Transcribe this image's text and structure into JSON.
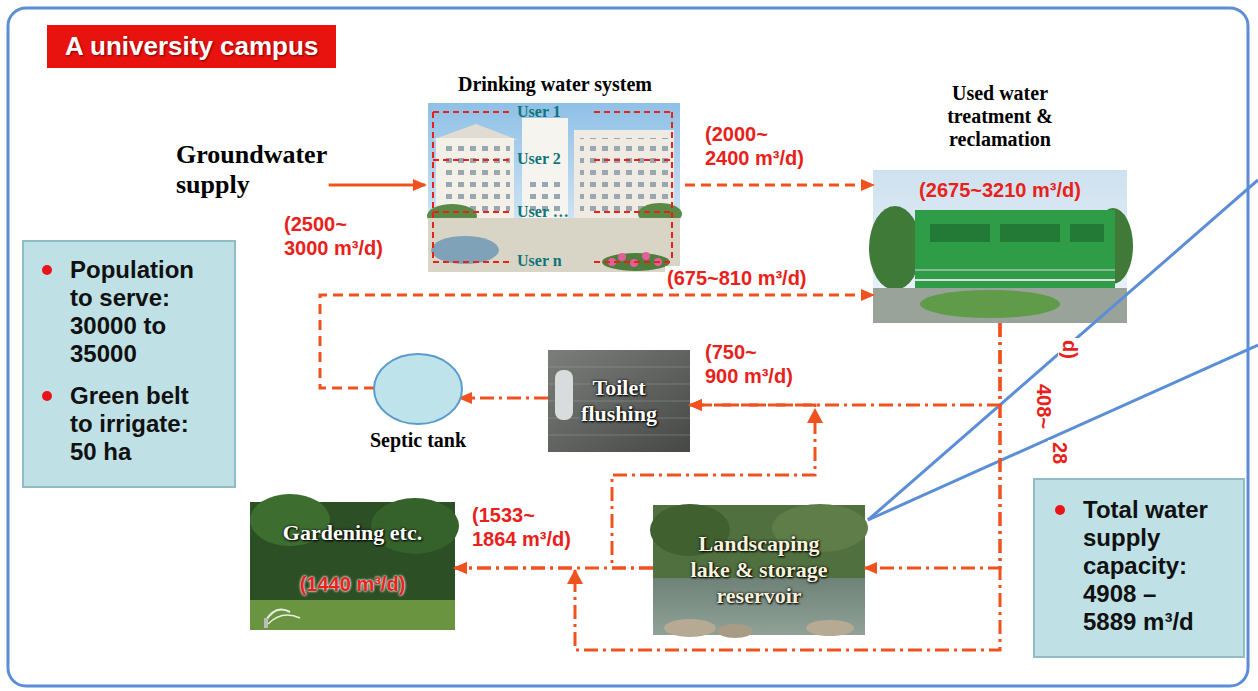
{
  "diagram": {
    "title": "A university campus",
    "nodes": [
      {
        "text": [
          "Groundwater supply"
        ]
      },
      {
        "text": [
          "Drinking water system",
          "User 1",
          "User 2",
          "User …",
          "User n"
        ]
      },
      {
        "text": [
          "Used water treatment & reclamation",
          "(2675~3210 m³/d)"
        ]
      },
      {
        "text": [
          "Population to serve: 30000 to 35000",
          "Green belt to irrigate: 50 ha"
        ]
      },
      {
        "text": [
          "Septic tank"
        ]
      },
      {
        "text": [
          "Toilet flushing"
        ]
      },
      {
        "text": [
          "Gardening etc.",
          "(1440 m³/d)"
        ]
      },
      {
        "text": [
          "Landscaping lake & storage reservoir"
        ]
      },
      {
        "text": [
          "Total water supply capacity: 4908 – 5889 m³/d"
        ]
      }
    ],
    "edges": [
      {
        "from": 0,
        "to": 1,
        "label": "(2500~ 3000 m³/d)",
        "arrow": "to"
      },
      {
        "from": 1,
        "to": 2,
        "label": "(2000~ 2400 m³/d)",
        "arrow": "to"
      },
      {
        "from": 4,
        "to": 2,
        "label": "(675~810 m³/d)",
        "arrow": "to"
      },
      {
        "from": 2,
        "to": 5,
        "label": "(750~ 900 m³/d)",
        "arrow": "to"
      },
      {
        "from": 2,
        "to": 7,
        "label": "408~",
        "arrow": "to"
      },
      {
        "from": 7,
        "to": 5,
        "arrow": "to"
      },
      {
        "from": 7,
        "to": 6,
        "label": "(1533~ 1864 m³/d)",
        "arrow": "to"
      },
      {
        "from": 2,
        "to": 6,
        "arrow": "to"
      },
      {
        "from": 5,
        "to": 4,
        "arrow": "to"
      }
    ],
    "labels": [
      "d)",
      "28"
    ]
  }
}
